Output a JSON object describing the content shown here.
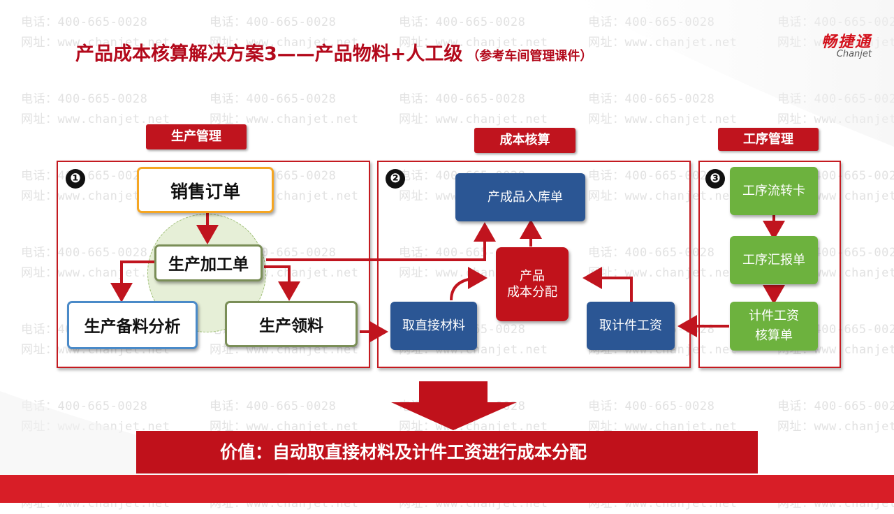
{
  "title": {
    "main": "产品成本核算解决方案3——产品物料+人工级",
    "sub": "（参考车间管理课件）"
  },
  "logo": {
    "cn": "畅捷通",
    "en": "Chanjet"
  },
  "watermark": {
    "phone": "电话：400-665-0028",
    "site": "网址：www.chanjet.net"
  },
  "sections": {
    "production": {
      "tag": "生产管理",
      "number": "❶"
    },
    "costing": {
      "tag": "成本核算",
      "number": "❷"
    },
    "process": {
      "tag": "工序管理",
      "number": "❸"
    }
  },
  "nodes": {
    "sales_order": "销售订单",
    "production_order": "生产加工单",
    "material_analysis": "生产备料分析",
    "material_requisition": "生产领料",
    "finished_goods_receipt": "产成品入库单",
    "cost_allocation_line1": "产品",
    "cost_allocation_line2": "成本分配",
    "direct_material": "取直接材料",
    "piece_wage": "取计件工资",
    "process_card": "工序流转卡",
    "process_report": "工序汇报单",
    "piece_wage_calc_line1": "计件工资",
    "piece_wage_calc_line2": "核算单"
  },
  "value_statement": "价值：自动取直接材料及计件工资进行成本分配",
  "colors": {
    "accent_red": "#c0141e",
    "blue_box": "#2b5694",
    "green_box": "#6db23e",
    "orange_border": "#f5a623",
    "green_border": "#7a8e57",
    "blue_border": "#4a8ac8"
  }
}
